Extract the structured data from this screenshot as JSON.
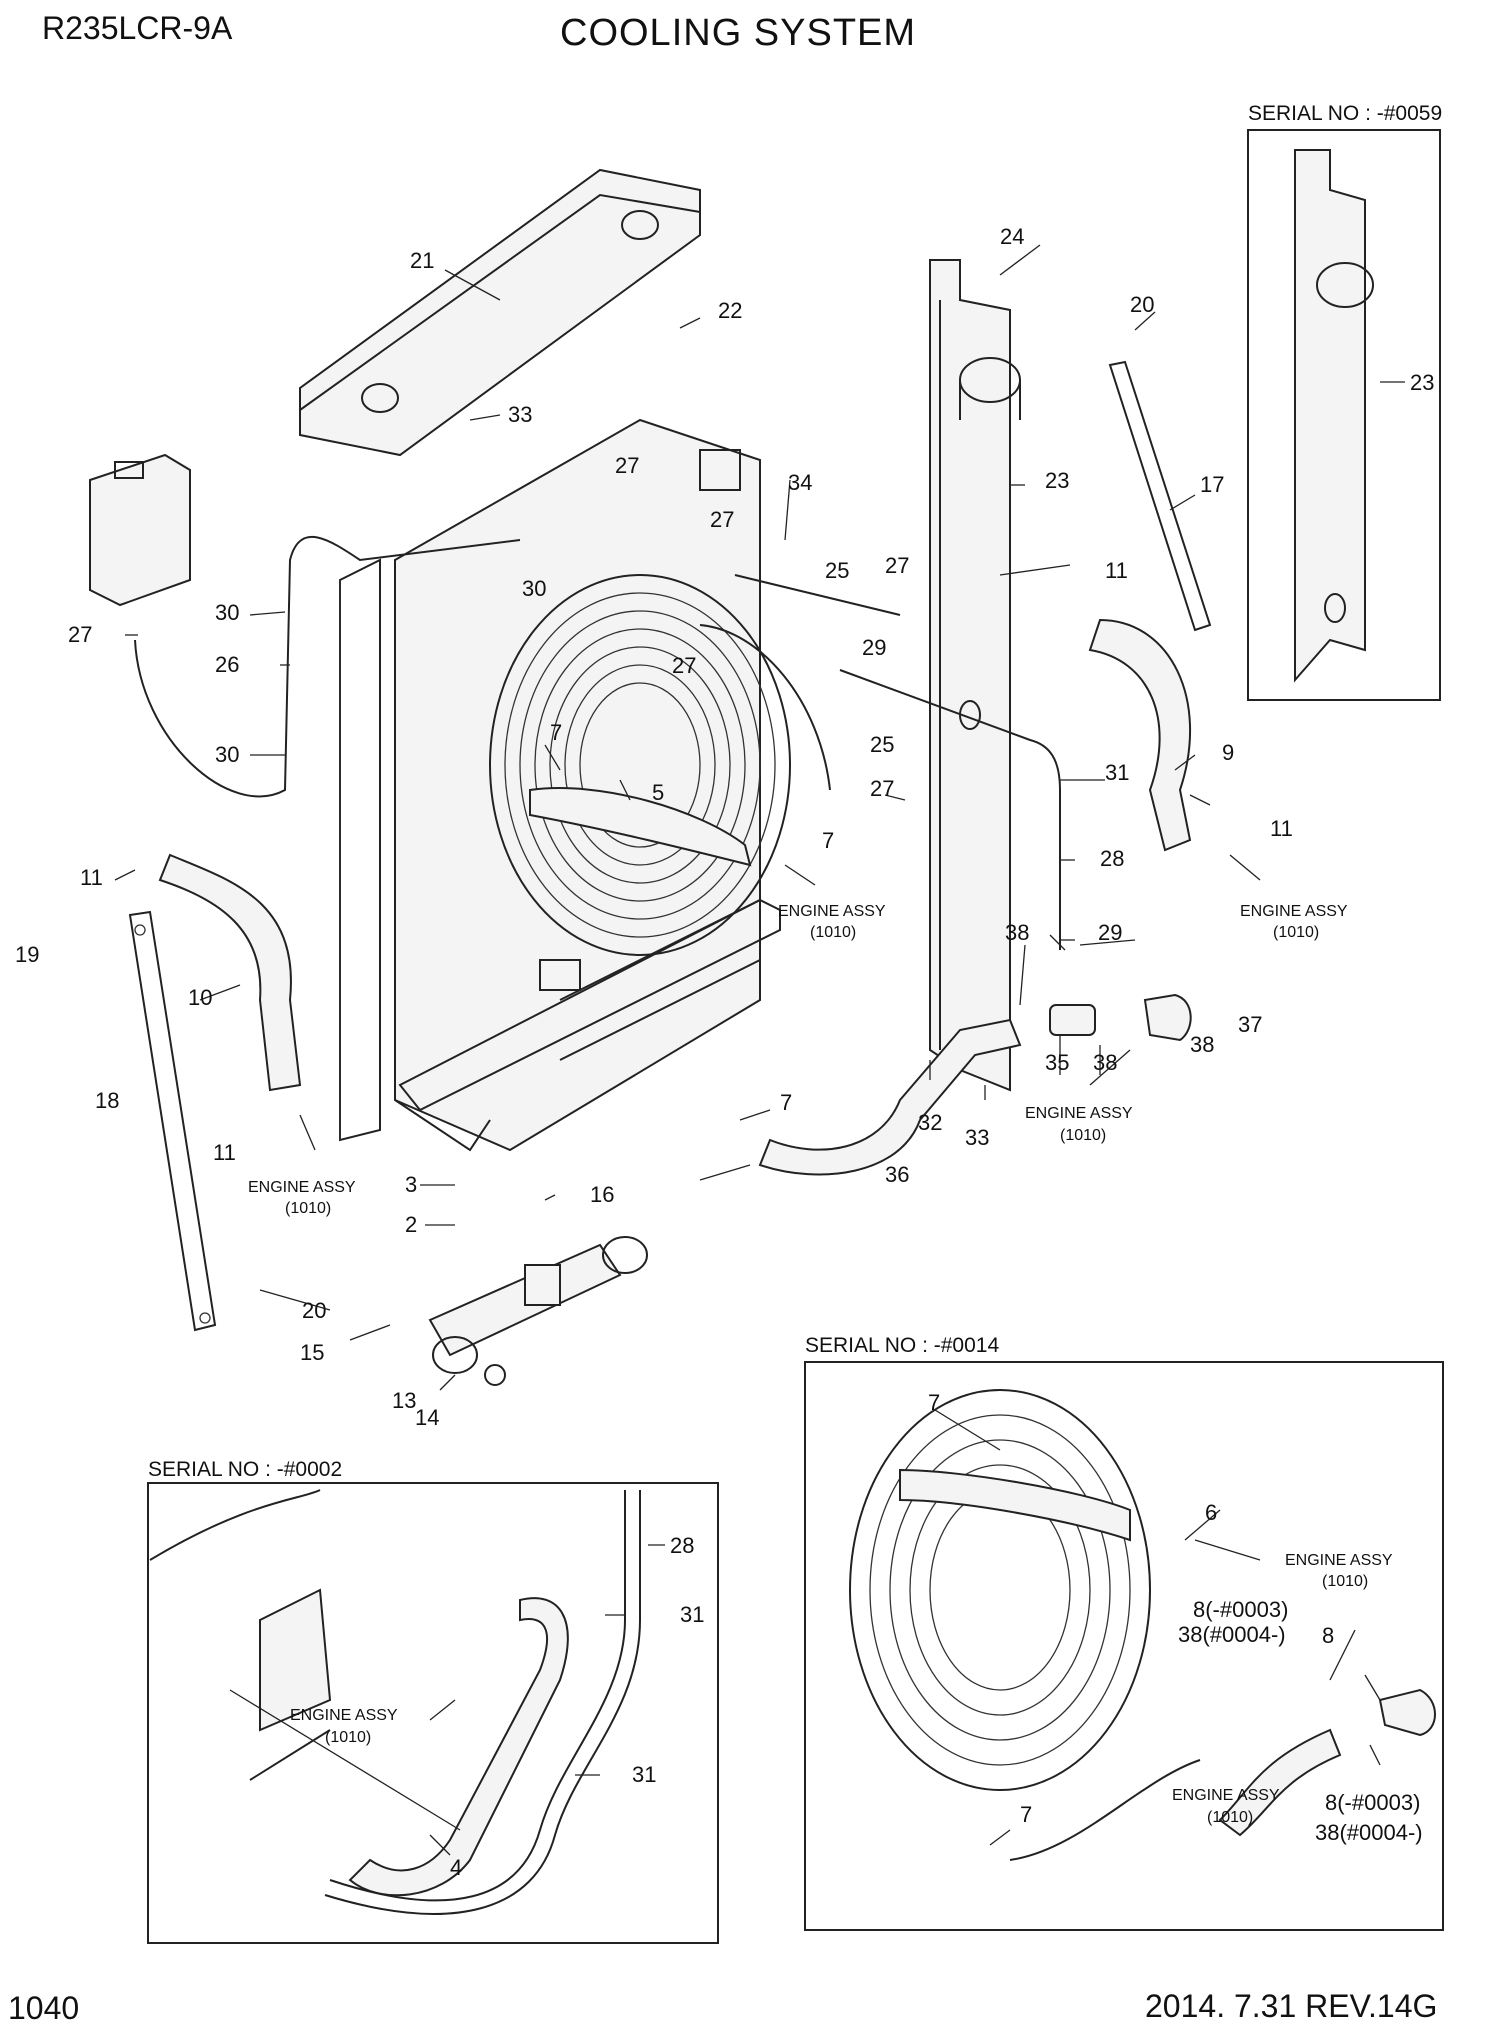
{
  "header": {
    "model": "R235LCR-9A",
    "title": "COOLING SYSTEM"
  },
  "footer": {
    "page_number": "1040",
    "revision": "2014. 7.31  REV.14G"
  },
  "notes": {
    "engine_assy_label": "ENGINE ASSY",
    "engine_assy_code": "(1010)"
  },
  "insets": {
    "top_right_serial": "SERIAL NO : -#0059",
    "bottom_left_serial": "SERIAL NO : -#0002",
    "bottom_right_serial": "SERIAL NO : -#0014"
  },
  "callouts": {
    "main": {
      "c21": "21",
      "c22": "22",
      "c24": "24",
      "c20a": "20",
      "c23": "23",
      "c17": "17",
      "c33a": "33",
      "c27a": "27",
      "c34": "34",
      "c27b": "27",
      "c30a": "30",
      "c30b": "30",
      "c30c": "30",
      "c26": "26",
      "c27c": "27",
      "c25a": "25",
      "c27d": "27",
      "c27e": "27",
      "c29a": "29",
      "c25b": "25",
      "c27f": "27",
      "c11a": "11",
      "c9": "9",
      "c31": "31",
      "c7a": "7",
      "c5": "5",
      "c7b": "7",
      "c11b": "11",
      "c11c": "11",
      "c28": "28",
      "c19": "19",
      "c10": "10",
      "c18": "18",
      "c11d": "11",
      "c38a": "38",
      "c29b": "29",
      "c37": "37",
      "c38b": "38",
      "c38c": "38",
      "c35": "35",
      "c32": "32",
      "c33b": "33",
      "c7c": "7",
      "c36": "36",
      "c3": "3",
      "c2": "2",
      "c16": "16",
      "c20b": "20",
      "c15": "15",
      "c13": "13",
      "c14": "14"
    },
    "inset_top_right": {
      "c23": "23"
    },
    "inset_bottom_left": {
      "c28": "28",
      "c31a": "31",
      "c31b": "31",
      "c4": "4"
    },
    "inset_bottom_right": {
      "c7a": "7",
      "c6": "6",
      "c8_0003": "8(-#0003)",
      "c38_0004": "38(#0004-)",
      "c8": "8",
      "c8_0003b": "8(-#0003)",
      "c38_0004b": "38(#0004-)",
      "c7b": "7"
    }
  }
}
